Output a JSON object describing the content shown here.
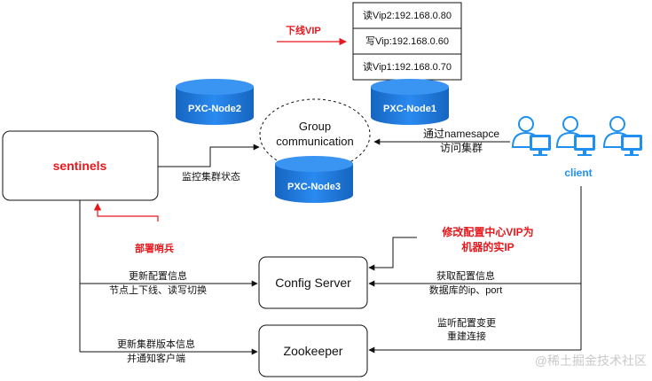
{
  "vip_table": [
    "读Vip2:192.168.0.80",
    "写Vip:192.168.0.60",
    "读Vip1:192.168.0.70"
  ],
  "offline_vip": "下线VIP",
  "nodes": [
    "PXC-Node2",
    "PXC-Node1",
    "PXC-Node3"
  ],
  "group_comm": [
    "Group",
    "communication"
  ],
  "sentinels": "sentinels",
  "monitor": "监控集群状态",
  "deploy": "部署哨兵",
  "namespace": [
    "通过namesapce",
    "访问集群"
  ],
  "client": "client",
  "modify_config": [
    "修改配置中心VIP为",
    "机器的实IP"
  ],
  "config_server": "Config Server",
  "update_config": [
    "更新配置信息",
    "节点上下线、读写切换"
  ],
  "get_config": [
    "获取配置信息",
    "数据库的ip、port"
  ],
  "zookeeper": "Zookeeper",
  "listen_config": [
    "监听配置变更",
    "重建连接"
  ],
  "update_version": [
    "更新集群版本信息",
    "并通知客户端"
  ],
  "watermark": "@稀土掘金技术社区",
  "colors": {
    "accent": "#e8171c",
    "node_blue": "#1f7ad9",
    "client_blue": "#1f8ff0"
  }
}
